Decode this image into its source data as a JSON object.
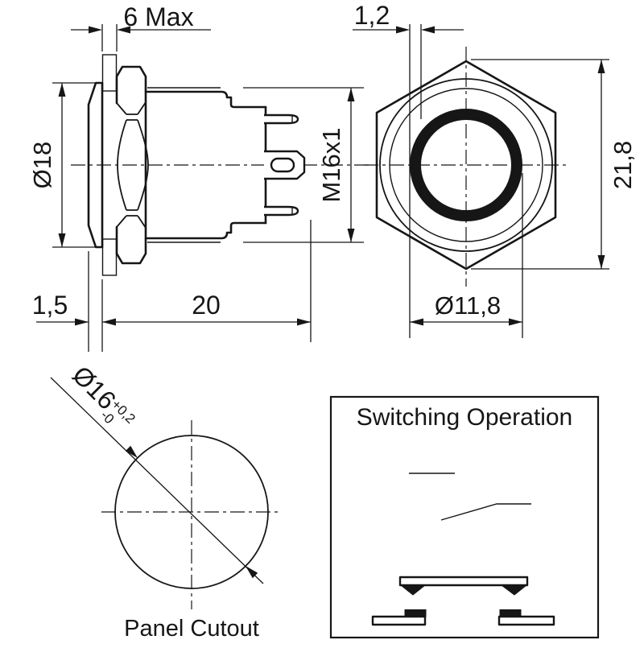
{
  "drawing": {
    "side_view": {
      "panel_thickness_max": "6 Max",
      "bezel_diameter": "Ø18",
      "bezel_height": "1,5",
      "body_length": "20",
      "thread": "M16x1"
    },
    "front_view": {
      "ring_width": "1,2",
      "across_corners": "21,8",
      "ring_diameter": "Ø11,8"
    },
    "panel_cutout": {
      "hole_diameter": "Ø16",
      "tolerance_plus": "+0,2",
      "tolerance_minus": "-0",
      "caption": "Panel Cutout"
    },
    "switching_operation": {
      "title": "Switching Operation"
    }
  },
  "colors": {
    "line": "#161616",
    "background": "#ffffff",
    "led_ring": "#161616"
  }
}
